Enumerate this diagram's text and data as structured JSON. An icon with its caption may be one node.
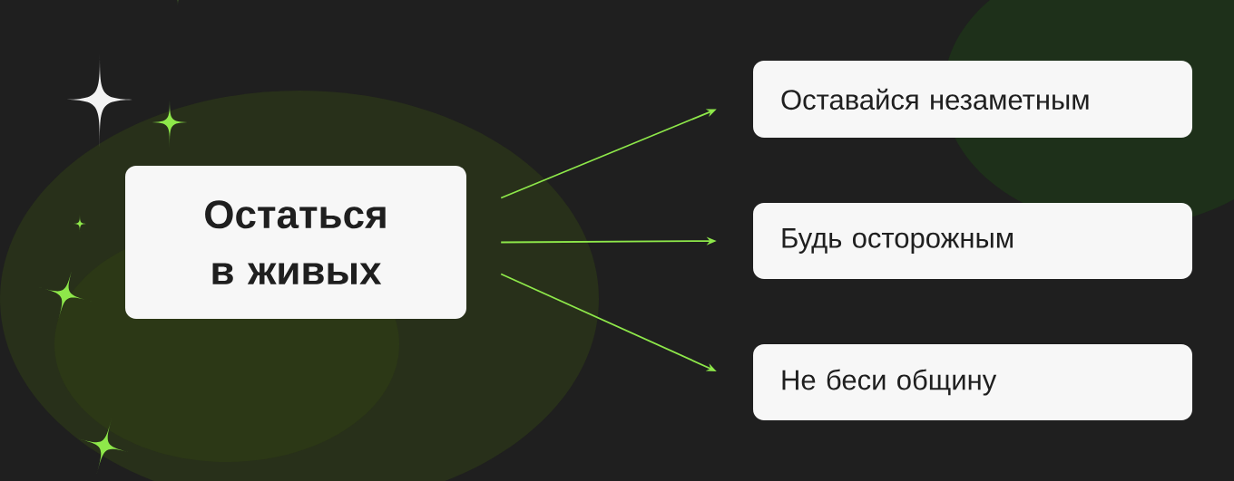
{
  "diagram": {
    "nodes": [
      {
        "text": [
          "Остаться в живых"
        ]
      },
      {
        "text": [
          "Оставайся незаметным"
        ]
      },
      {
        "text": [
          "Будь осторожным"
        ]
      },
      {
        "text": [
          "Не беси общину"
        ]
      }
    ],
    "edges": [
      {
        "from": 0,
        "to": 1,
        "arrow": "to"
      },
      {
        "from": 0,
        "to": 2,
        "arrow": "to"
      },
      {
        "from": 0,
        "to": 3,
        "arrow": "to"
      }
    ]
  }
}
